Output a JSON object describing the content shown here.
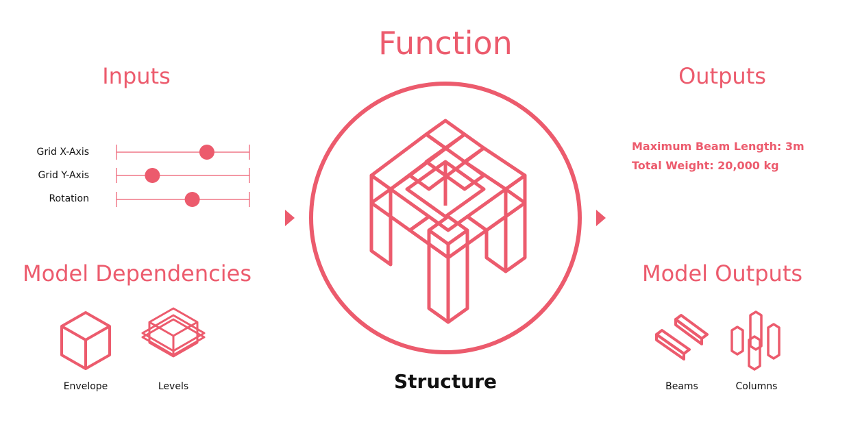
{
  "function_title": "Function",
  "inputs": {
    "title": "Inputs",
    "sliders": [
      {
        "label": "Grid X-Axis",
        "value": 0.68
      },
      {
        "label": "Grid Y-Axis",
        "value": 0.27
      },
      {
        "label": "Rotation",
        "value": 0.57
      }
    ]
  },
  "outputs": {
    "title": "Outputs",
    "lines": [
      "Maximum Beam Length: 3m",
      "Total Weight: 20,000 kg"
    ]
  },
  "model_dependencies": {
    "title": "Model Dependencies",
    "items": [
      {
        "label": "Envelope",
        "icon": "cube-icon"
      },
      {
        "label": "Levels",
        "icon": "stacked-levels-icon"
      }
    ]
  },
  "model_outputs": {
    "title": "Model Outputs",
    "items": [
      {
        "label": "Beams",
        "icon": "beams-icon"
      },
      {
        "label": "Columns",
        "icon": "columns-icon"
      }
    ]
  },
  "center": {
    "label": "Structure",
    "icon": "structure-icon"
  },
  "colors": {
    "accent": "#ec5b6d",
    "text": "#111111"
  }
}
